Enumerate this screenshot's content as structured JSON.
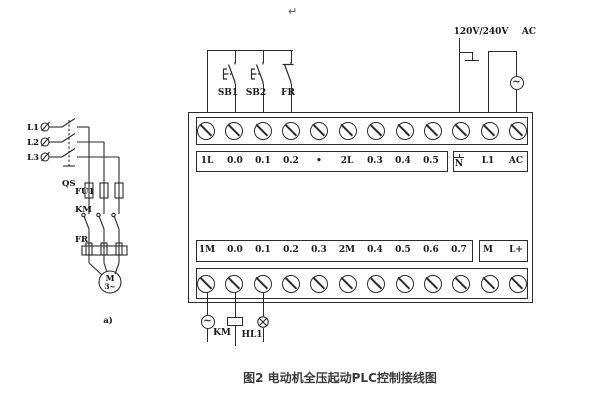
{
  "page": {
    "return_mark": "↵",
    "caption": "图2 电动机全压起动PLC控制接线图"
  },
  "main_circuit": {
    "phases": [
      "L1",
      "L2",
      "L3"
    ],
    "disconnect": "QS",
    "fuse": "FU1",
    "contactor": "KM",
    "overload_relay": "FR",
    "motor": "M",
    "motor_type": "3~",
    "subfigure": "a)"
  },
  "input_devices": {
    "start_button_1": "SB1",
    "start_button_2": "SB2",
    "overload_contact": "FR"
  },
  "power_supply": {
    "voltage": "120V/240V",
    "type": "AC",
    "source_symbol": "~"
  },
  "plc": {
    "top_labels": [
      "1L",
      "0.0",
      "0.1",
      "0.2",
      "•",
      "2L",
      "0.3",
      "0.4",
      "0.5"
    ],
    "top_power_labels": [
      "N",
      "L1",
      "AC"
    ],
    "bottom_labels": [
      "1M",
      "0.0",
      "0.1",
      "0.2",
      "0.3",
      "2M",
      "0.4",
      "0.5",
      "0.6",
      "0.7"
    ],
    "bottom_power_labels": [
      "M",
      "L+"
    ]
  },
  "output_devices": {
    "source_symbol": "~",
    "contactor_coil": "KM",
    "indicator_lamp": "HL1"
  }
}
